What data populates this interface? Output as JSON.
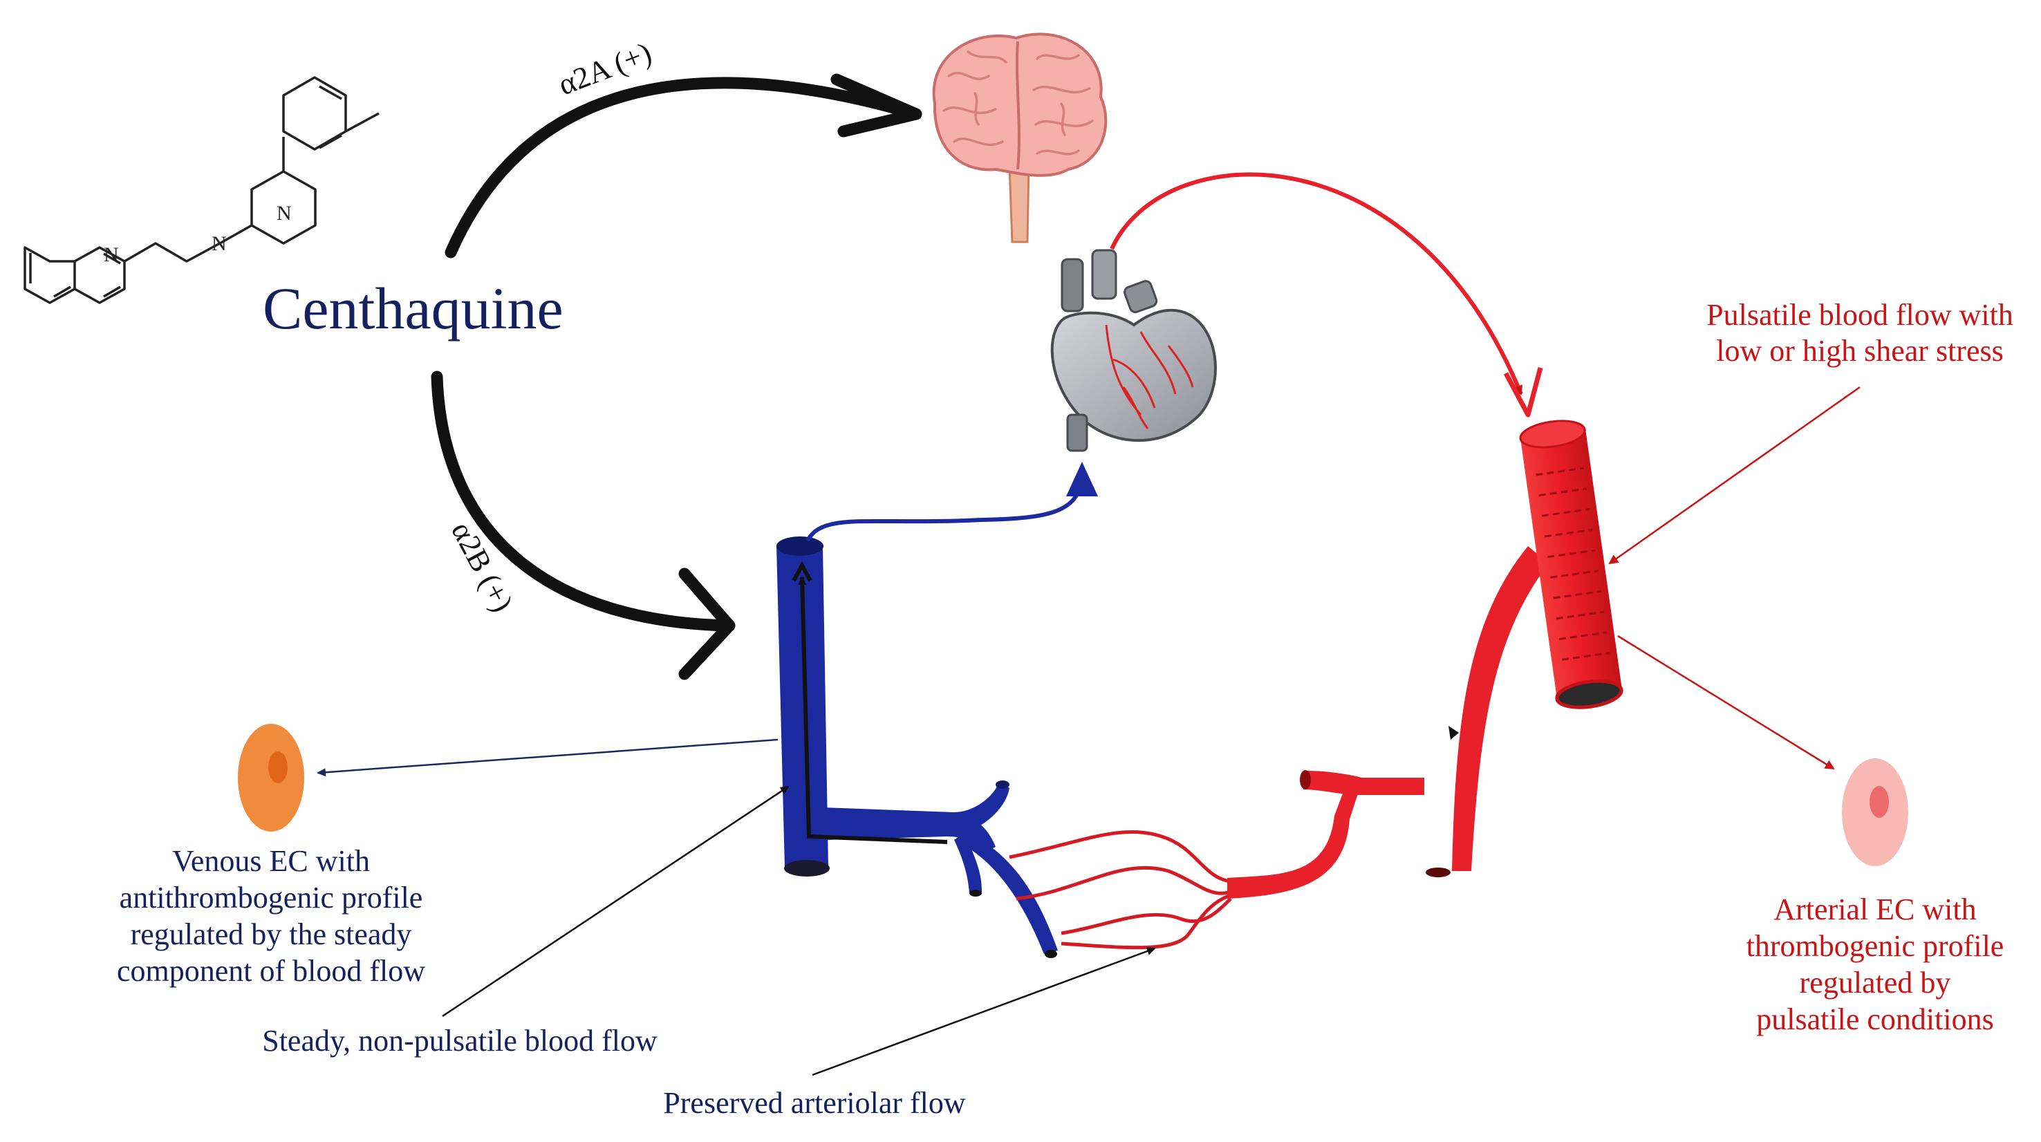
{
  "molecule": {
    "name": "Centhaquine",
    "atom_labels": {
      "quinoline_n": "N",
      "piperazine_n1": "N",
      "piperazine_n2": "N"
    }
  },
  "pathways": {
    "alpha2a": {
      "label": "α2A (+)"
    },
    "alpha2b": {
      "label": "α2B (+)"
    }
  },
  "annotations": {
    "pulsatile": {
      "lines": [
        "Pulsatile blood flow with",
        "low or high  shear stress"
      ]
    },
    "venous_ec": {
      "lines": [
        "Venous EC with",
        "antithrombogenic  profile",
        "regulated by the steady",
        "component  of blood flow"
      ]
    },
    "steady_flow": {
      "text": "Steady,  non-pulsatile  blood flow"
    },
    "arteriolar_flow": {
      "text": "Preserved  arteriolar  flow"
    },
    "arterial_ec": {
      "lines": [
        "Arterial  EC with",
        "thrombogenic  profile",
        "regulated  by",
        "pulsatile conditions"
      ]
    }
  },
  "colors": {
    "molecule_text": "#15215e",
    "venous": "#1b2a9e",
    "arterial": "#e8202a",
    "arterial_text": "#c81414",
    "black_arrow": "#111111",
    "venous_ec_fill": "#f08a3c",
    "venous_ec_nucleus": "#e0651a",
    "arterial_ec_fill": "#f8b9b5",
    "arterial_ec_nucleus": "#ec6a6a",
    "brain": "#f4a6a6",
    "heart": "#a9abb2"
  },
  "icons": [
    "brain-icon",
    "heart-icon",
    "vein-icon",
    "artery-icon",
    "capillary-bed-icon",
    "venous-ec-cell-icon",
    "arterial-ec-cell-icon"
  ]
}
